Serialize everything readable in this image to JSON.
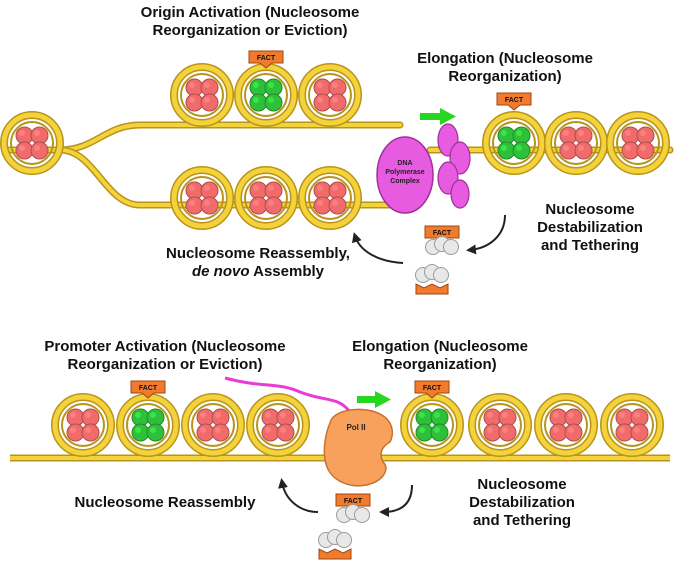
{
  "colors": {
    "dna_fill": "#F4D23C",
    "dna_stroke": "#B8941A",
    "histone_red": "#F26B6B",
    "histone_green": "#2FBF3A",
    "fact_fill": "#F07A2E",
    "polymerase": "#E65BE0",
    "pol2": "#F7A15C",
    "arrow_green": "#27D61E"
  },
  "top": {
    "origin_label": [
      "Origin Activation (Nucleosome",
      "Reorganization or Eviction)"
    ],
    "elongation_label": [
      "Elongation (Nucleosome",
      "Reorganization)"
    ],
    "destab_label": [
      "Nucleosome",
      "Destabilization",
      "and Tethering"
    ],
    "reassembly_label": {
      "line1": "Nucleosome Reassembly,",
      "line2_italic": "de novo",
      "line2_rest": " Assembly"
    },
    "polymerase_label": [
      "DNA",
      "Polymerase",
      "Complex"
    ],
    "fact_tags": [
      "FACT",
      "FACT",
      "FACT"
    ]
  },
  "bottom": {
    "promoter_label": [
      "Promoter Activation (Nucleosome",
      "Reorganization or Eviction)"
    ],
    "elongation_label": [
      "Elongation (Nucleosome",
      "Reorganization)"
    ],
    "destab_label": [
      "Nucleosome",
      "Destabilization",
      "and Tethering"
    ],
    "reassembly_label": "Nucleosome Reassembly",
    "pol2_label": "Pol II",
    "fact_tags": [
      "FACT",
      "FACT",
      "FACT"
    ]
  }
}
